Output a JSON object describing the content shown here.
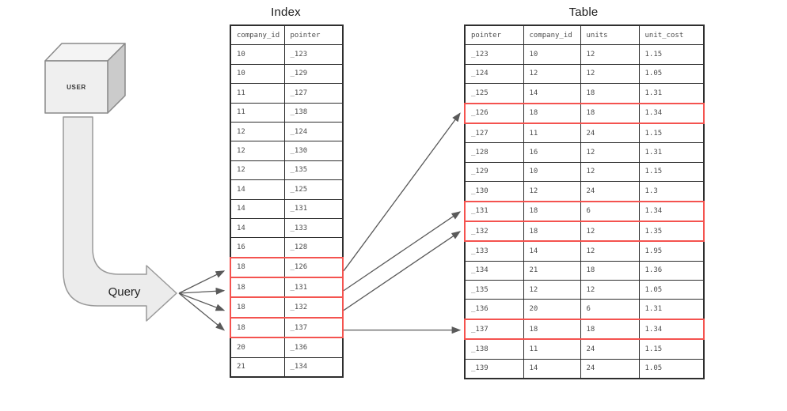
{
  "diagram": {
    "user": {
      "label": "USER"
    },
    "query": {
      "label": "Query"
    },
    "index": {
      "title": "Index",
      "columns": [
        "company_id",
        "pointer"
      ],
      "rows": [
        [
          "10",
          "_123"
        ],
        [
          "10",
          "_129"
        ],
        [
          "11",
          "_127"
        ],
        [
          "11",
          "_138"
        ],
        [
          "12",
          "_124"
        ],
        [
          "12",
          "_130"
        ],
        [
          "12",
          "_135"
        ],
        [
          "14",
          "_125"
        ],
        [
          "14",
          "_131"
        ],
        [
          "14",
          "_133"
        ],
        [
          "16",
          "_128"
        ],
        [
          "18",
          "_126"
        ],
        [
          "18",
          "_131"
        ],
        [
          "18",
          "_132"
        ],
        [
          "18",
          "_137"
        ],
        [
          "20",
          "_136"
        ],
        [
          "21",
          "_134"
        ]
      ],
      "highlighted_rows": [
        11,
        12,
        13,
        14
      ]
    },
    "table": {
      "title": "Table",
      "columns": [
        "pointer",
        "company_id",
        "units",
        "unit_cost"
      ],
      "rows": [
        [
          "_123",
          "10",
          "12",
          "1.15"
        ],
        [
          "_124",
          "12",
          "12",
          "1.05"
        ],
        [
          "_125",
          "14",
          "18",
          "1.31"
        ],
        [
          "_126",
          "18",
          "18",
          "1.34"
        ],
        [
          "_127",
          "11",
          "24",
          "1.15"
        ],
        [
          "_128",
          "16",
          "12",
          "1.31"
        ],
        [
          "_129",
          "10",
          "12",
          "1.15"
        ],
        [
          "_130",
          "12",
          "24",
          "1.3"
        ],
        [
          "_131",
          "18",
          "6",
          "1.34"
        ],
        [
          "_132",
          "18",
          "12",
          "1.35"
        ],
        [
          "_133",
          "14",
          "12",
          "1.95"
        ],
        [
          "_134",
          "21",
          "18",
          "1.36"
        ],
        [
          "_135",
          "12",
          "12",
          "1.05"
        ],
        [
          "_136",
          "20",
          "6",
          "1.31"
        ],
        [
          "_137",
          "18",
          "18",
          "1.34"
        ],
        [
          "_138",
          "11",
          "24",
          "1.15"
        ],
        [
          "_139",
          "14",
          "24",
          "1.05"
        ]
      ],
      "highlighted_rows": [
        3,
        8,
        9,
        14
      ]
    },
    "links": [
      {
        "from_index_row": 11,
        "to_table_row": 3
      },
      {
        "from_index_row": 12,
        "to_table_row": 8
      },
      {
        "from_index_row": 13,
        "to_table_row": 9
      },
      {
        "from_index_row": 14,
        "to_table_row": 14
      }
    ],
    "colors": {
      "highlight": "#f4534f",
      "grid_border": "#2e2e2e",
      "arrow_fill": "#ececec",
      "arrow_stroke": "#9a9a9a",
      "link_arrow": "#5a5a5a",
      "cell_text": "#4d4d4d",
      "title_text": "#1a1a1a"
    }
  }
}
